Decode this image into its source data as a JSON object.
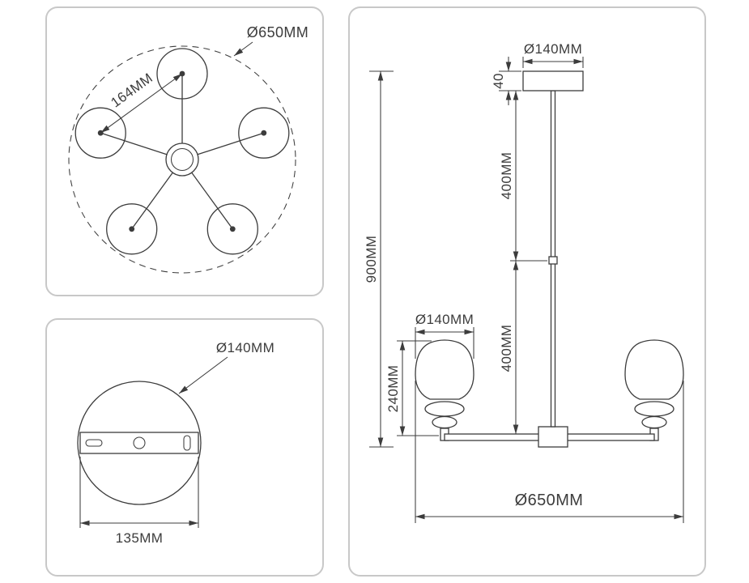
{
  "drawing": {
    "top_view": {
      "overall_diameter": "Ø650MM",
      "arm_pitch": "164MM"
    },
    "mount_view": {
      "plate_diameter": "Ø140MM",
      "bracket_width": "135MM"
    },
    "side_view": {
      "canopy_diameter": "Ø140MM",
      "canopy_height": "40",
      "upper_rod_length": "400MM",
      "lower_rod_length": "400MM",
      "total_height": "900MM",
      "shade_diameter": "Ø140MM",
      "shade_height": "240MM",
      "overall_width": "Ø650MM"
    },
    "colors": {
      "line": "#3c3c3c",
      "panel_border": "#c8c8c8",
      "background": "#ffffff"
    }
  }
}
